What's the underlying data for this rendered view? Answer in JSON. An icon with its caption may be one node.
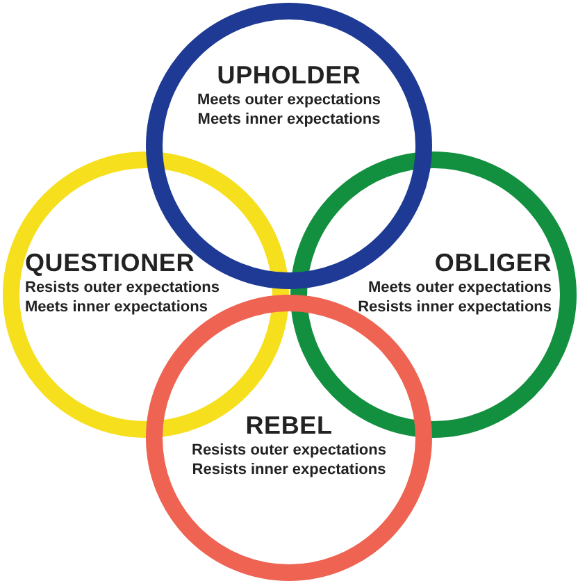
{
  "diagram": {
    "nodes": [
      {
        "text": [
          "UPHOLDER",
          "Meets outer expectations",
          "Meets inner expectations"
        ]
      },
      {
        "text": [
          "QUESTIONER",
          "Resists outer expectations",
          "Meets inner expectations"
        ]
      },
      {
        "text": [
          "OBLIGER",
          "Meets outer expectations",
          "Resists inner expectations"
        ]
      },
      {
        "text": [
          "REBEL",
          "Resists outer expectations",
          "Resists inner expectations"
        ]
      }
    ]
  }
}
